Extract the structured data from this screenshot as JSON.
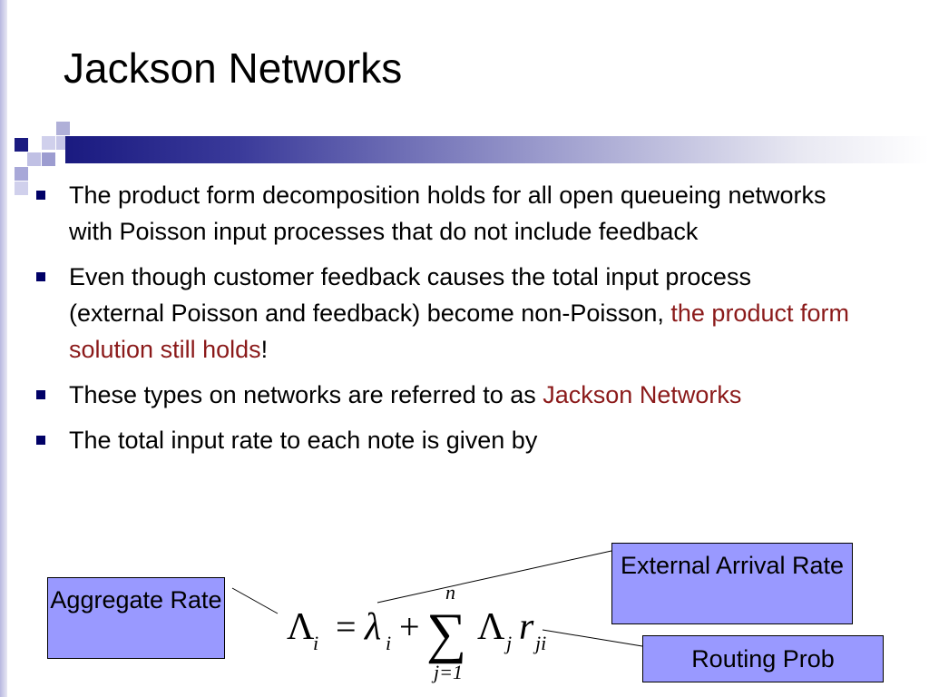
{
  "slide": {
    "title": "Jackson Networks",
    "bullets": [
      {
        "text": "The product form decomposition holds for all open queueing networks with Poisson input processes that do not include feedback"
      },
      {
        "text_before": "Even though customer feedback causes the total input process (external Poisson and feedback) become non-Poisson, ",
        "highlight": "the product form solution still holds",
        "text_after": "!"
      },
      {
        "text_before": "These types on networks are referred to as ",
        "highlight": "Jackson Networks",
        "text_after": ""
      },
      {
        "text": "The total input rate to each note is given by"
      }
    ],
    "callouts": {
      "aggregate": "Aggregate Rate",
      "external": "External Arrival Rate",
      "routing": "Routing Prob"
    },
    "formula": {
      "Lambda": "Λ",
      "lambda": "λ",
      "r": "r",
      "i": "i",
      "j": "j",
      "ji": "ji",
      "eq": "=",
      "plus": "+",
      "sum": "∑",
      "upper": "n",
      "lower": "j=1"
    }
  },
  "colors": {
    "highlight": "#8b1a1a",
    "bullet_marker": "#000066",
    "callout_fill": "#9999ff",
    "deco_bar_dark": "#1a1a80"
  }
}
